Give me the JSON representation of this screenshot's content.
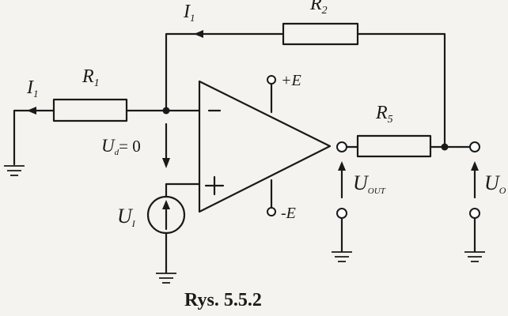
{
  "caption": "Rys. 5.5.2",
  "labels": {
    "i1_top": "I",
    "i1_top_sub": "1",
    "r2": "R",
    "r2_sub": "2",
    "i1_left": "I",
    "i1_left_sub": "1",
    "r1": "R",
    "r1_sub": "1",
    "ud": "U",
    "ud_sub": "d",
    "ud_value": "= 0",
    "plus_e": "+E",
    "minus_e": "-E",
    "r5": "R",
    "r5_sub": "5",
    "uout": "U",
    "uout_sub": "OUT",
    "uo": "U",
    "uo_sub": "O",
    "ui": "U",
    "ui_sub": "I",
    "inv_sign": "−",
    "noninv_sign": "+"
  }
}
